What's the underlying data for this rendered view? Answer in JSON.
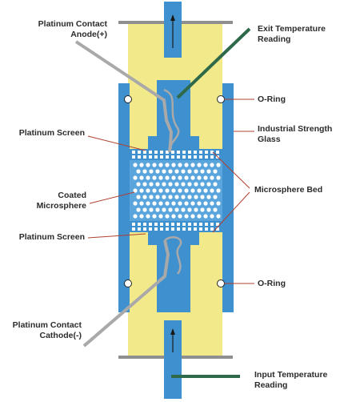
{
  "labels": {
    "platinum_contact_anode": "Platinum Contact\nAnode(+)",
    "exit_temperature_reading": "Exit Temperature\nReading",
    "o_ring_top": "O-Ring",
    "platinum_screen_top": "Platinum Screen",
    "industrial_strength_glass": "Industrial Strength\nGlass",
    "coated_microsphere": "Coated\nMicrosphere",
    "microsphere_bed": "Microsphere Bed",
    "platinum_screen_bottom": "Platinum Screen",
    "o_ring_bottom": "O-Ring",
    "platinum_contact_cathode": "Platinum Contact\nCathode(-)",
    "input_temperature_reading": "Input Temperature\nReading"
  },
  "colors": {
    "glass_yellow": "#f2e98a",
    "housing_blue": "#3f90cf",
    "inner_blue": "#5aa6dc",
    "grey_rod": "#a9a9a9",
    "sensor_green": "#2e6a4a",
    "leader_red": "#b0402e",
    "label_text": "#2b2b2b"
  }
}
